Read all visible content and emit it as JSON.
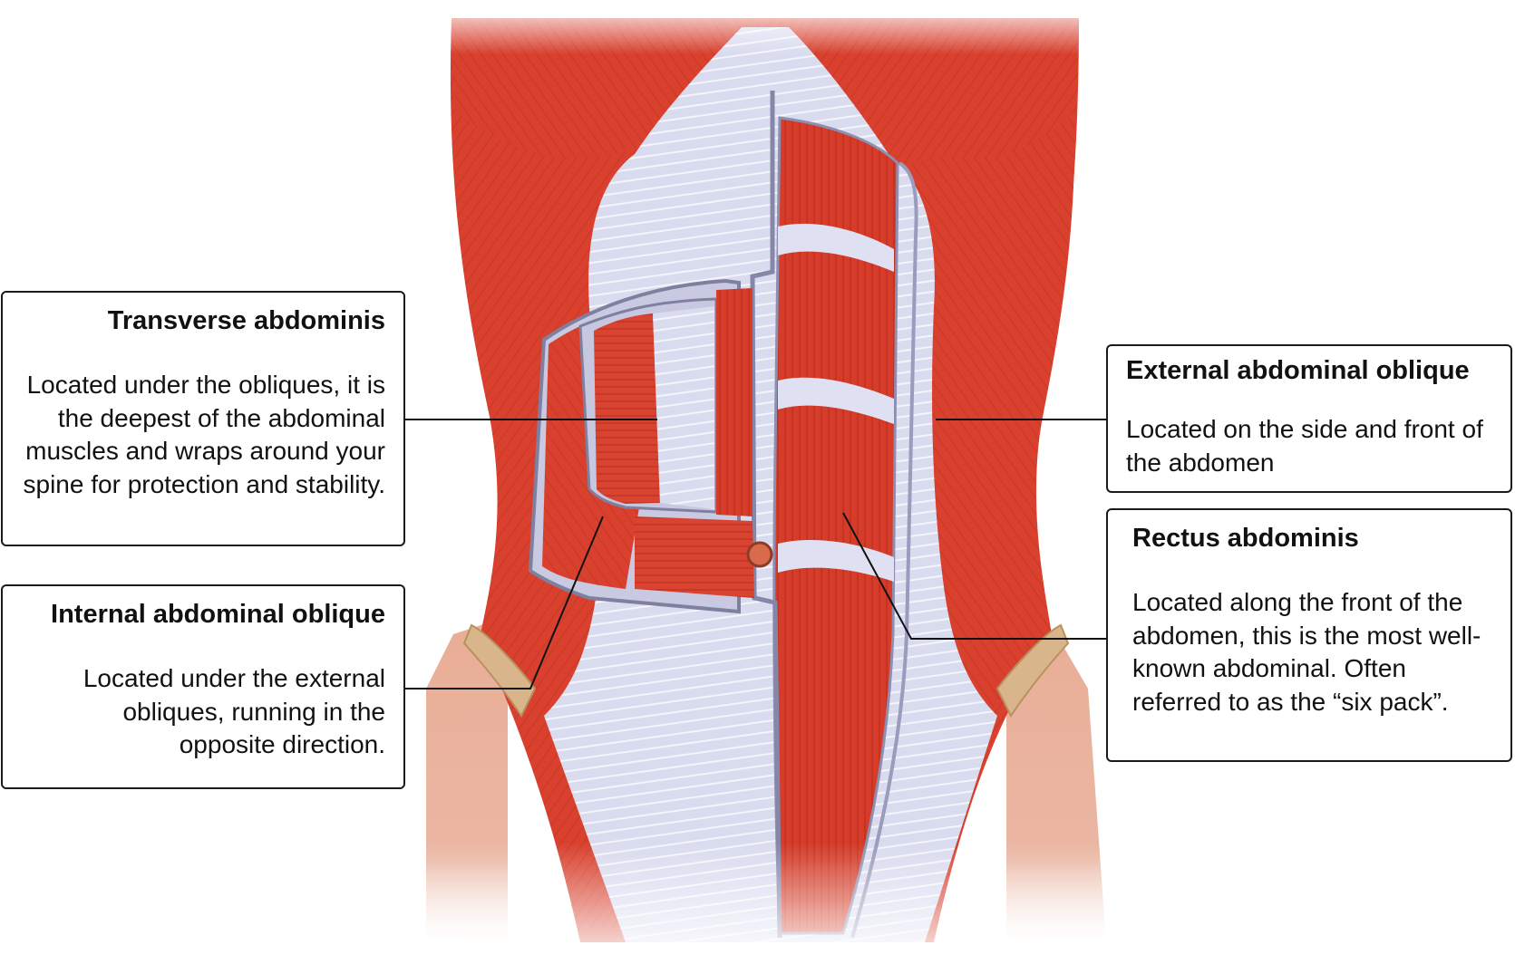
{
  "labels": {
    "transverse": {
      "title": "Transverse abdominis",
      "description": "Located under the obliques, it is the deepest of the abdominal muscles and wraps around your spine for protection and stability."
    },
    "internal": {
      "title": "Internal abdominal oblique",
      "description": "Located under the external obliques, running in the opposite direction."
    },
    "external": {
      "title": "External abdominal oblique",
      "description": "Located on the side and front of the abdomen"
    },
    "rectus": {
      "title": "Rectus abdominis",
      "description": "Located along the front of the abdomen, this is the most well-known abdominal. Often referred to as the “six pack”."
    }
  },
  "colors": {
    "muscle": "#d9412e",
    "muscle_dark": "#b8301f",
    "fascia": "#d7d9ee",
    "skin": "#e3a48c",
    "bone": "#d8b58b",
    "line": "#111111"
  }
}
